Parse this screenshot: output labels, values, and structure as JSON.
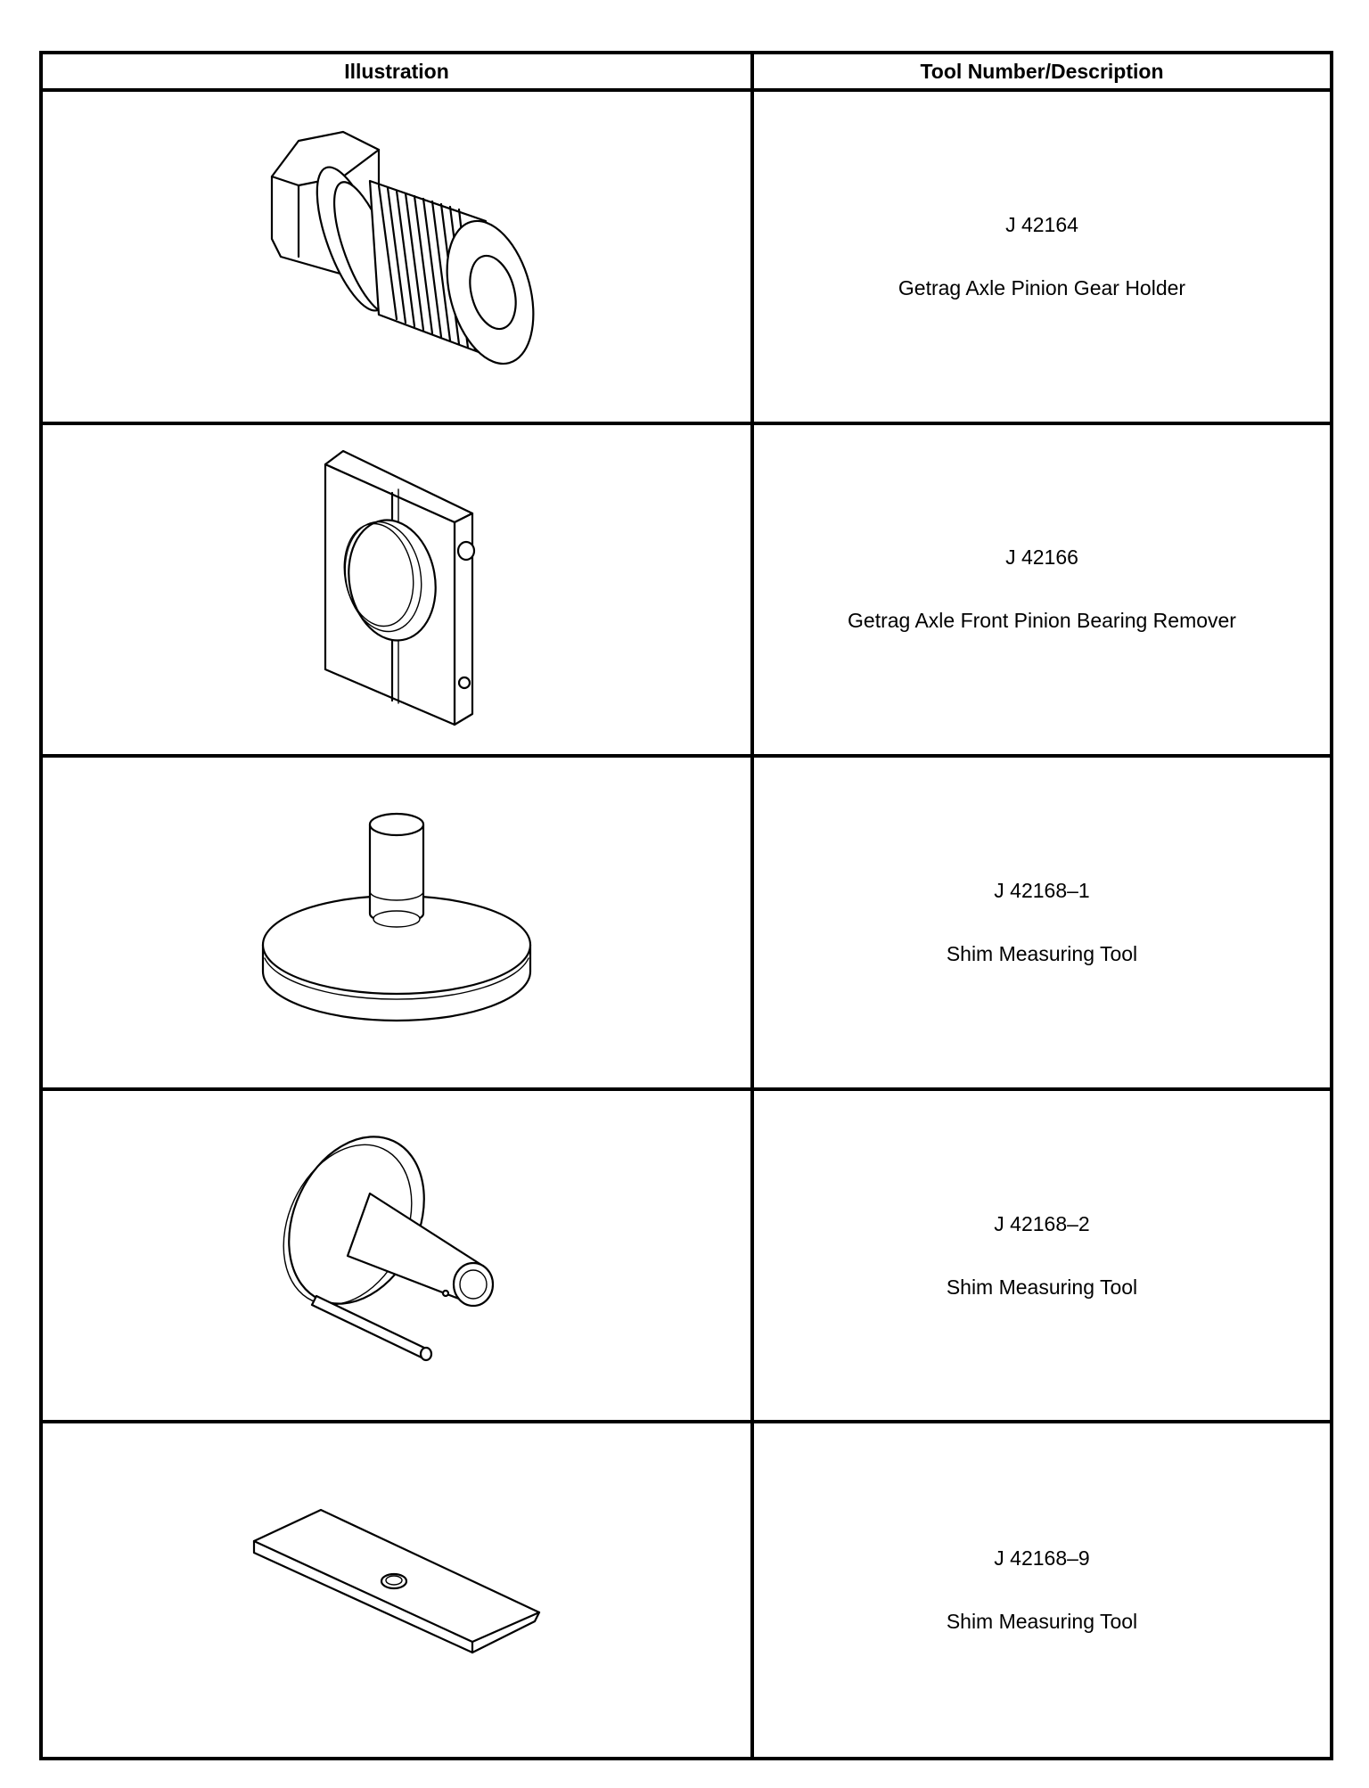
{
  "table": {
    "headers": {
      "illustration": "Illustration",
      "tool": "Tool Number/Description"
    },
    "rows": [
      {
        "tool_number": "J 42164",
        "description": "Getrag Axle Pinion Gear Holder",
        "icon": "pinion-gear-holder-icon"
      },
      {
        "tool_number": "J 42166",
        "description": "Getrag Axle Front Pinion Bearing Remover",
        "icon": "bearing-remover-icon"
      },
      {
        "tool_number": "J 42168–1",
        "description": "Shim Measuring Tool",
        "icon": "shim-measuring-disc-icon"
      },
      {
        "tool_number": "J 42168–2",
        "description": "Shim Measuring Tool",
        "icon": "shim-measuring-shaft-icon"
      },
      {
        "tool_number": "J 42168–9",
        "description": "Shim Measuring Tool",
        "icon": "shim-measuring-plate-icon"
      }
    ]
  }
}
